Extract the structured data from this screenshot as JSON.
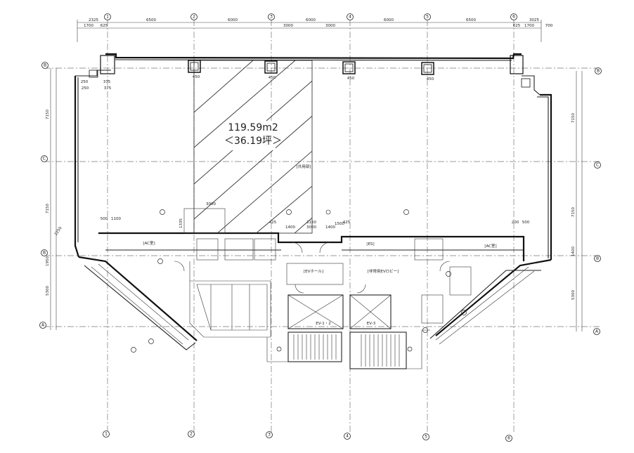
{
  "area": {
    "sqm": "119.59m2",
    "tsubo": "＜36.19坪＞"
  },
  "grid_columns": [
    "1",
    "2",
    "3",
    "4",
    "5",
    "6"
  ],
  "grid_rows": [
    "B",
    "C",
    "B",
    "A"
  ],
  "top_dimensions": [
    "2325",
    "1700",
    "625",
    "6500",
    "6000",
    "3000",
    "6000",
    "3000",
    "6000",
    "6500",
    "625",
    "1700",
    "3025",
    "700"
  ],
  "left_dimensions": [
    "7150",
    "7150",
    "1950",
    "5300"
  ],
  "right_dimensions": [
    "7150",
    "7150",
    "1400",
    "5300"
  ],
  "detail_dimensions": [
    "450",
    "450",
    "450",
    "450",
    "250",
    "375",
    "250",
    "375",
    "3000",
    "1335",
    "500",
    "1100",
    "200",
    "500",
    "425",
    "1400",
    "3150",
    "3000",
    "425",
    "1400",
    "1500",
    "2250"
  ],
  "room_labels": {
    "ac_left": "[AC室]",
    "ac_right": "[AC室]",
    "es": "[ES]",
    "ev_hall": "[EVホール]",
    "ev_lobby": "[非常用EVロビー]",
    "ev_12": "EV-1・2",
    "ev_3": "EV-3",
    "shared": "[共用部]"
  }
}
